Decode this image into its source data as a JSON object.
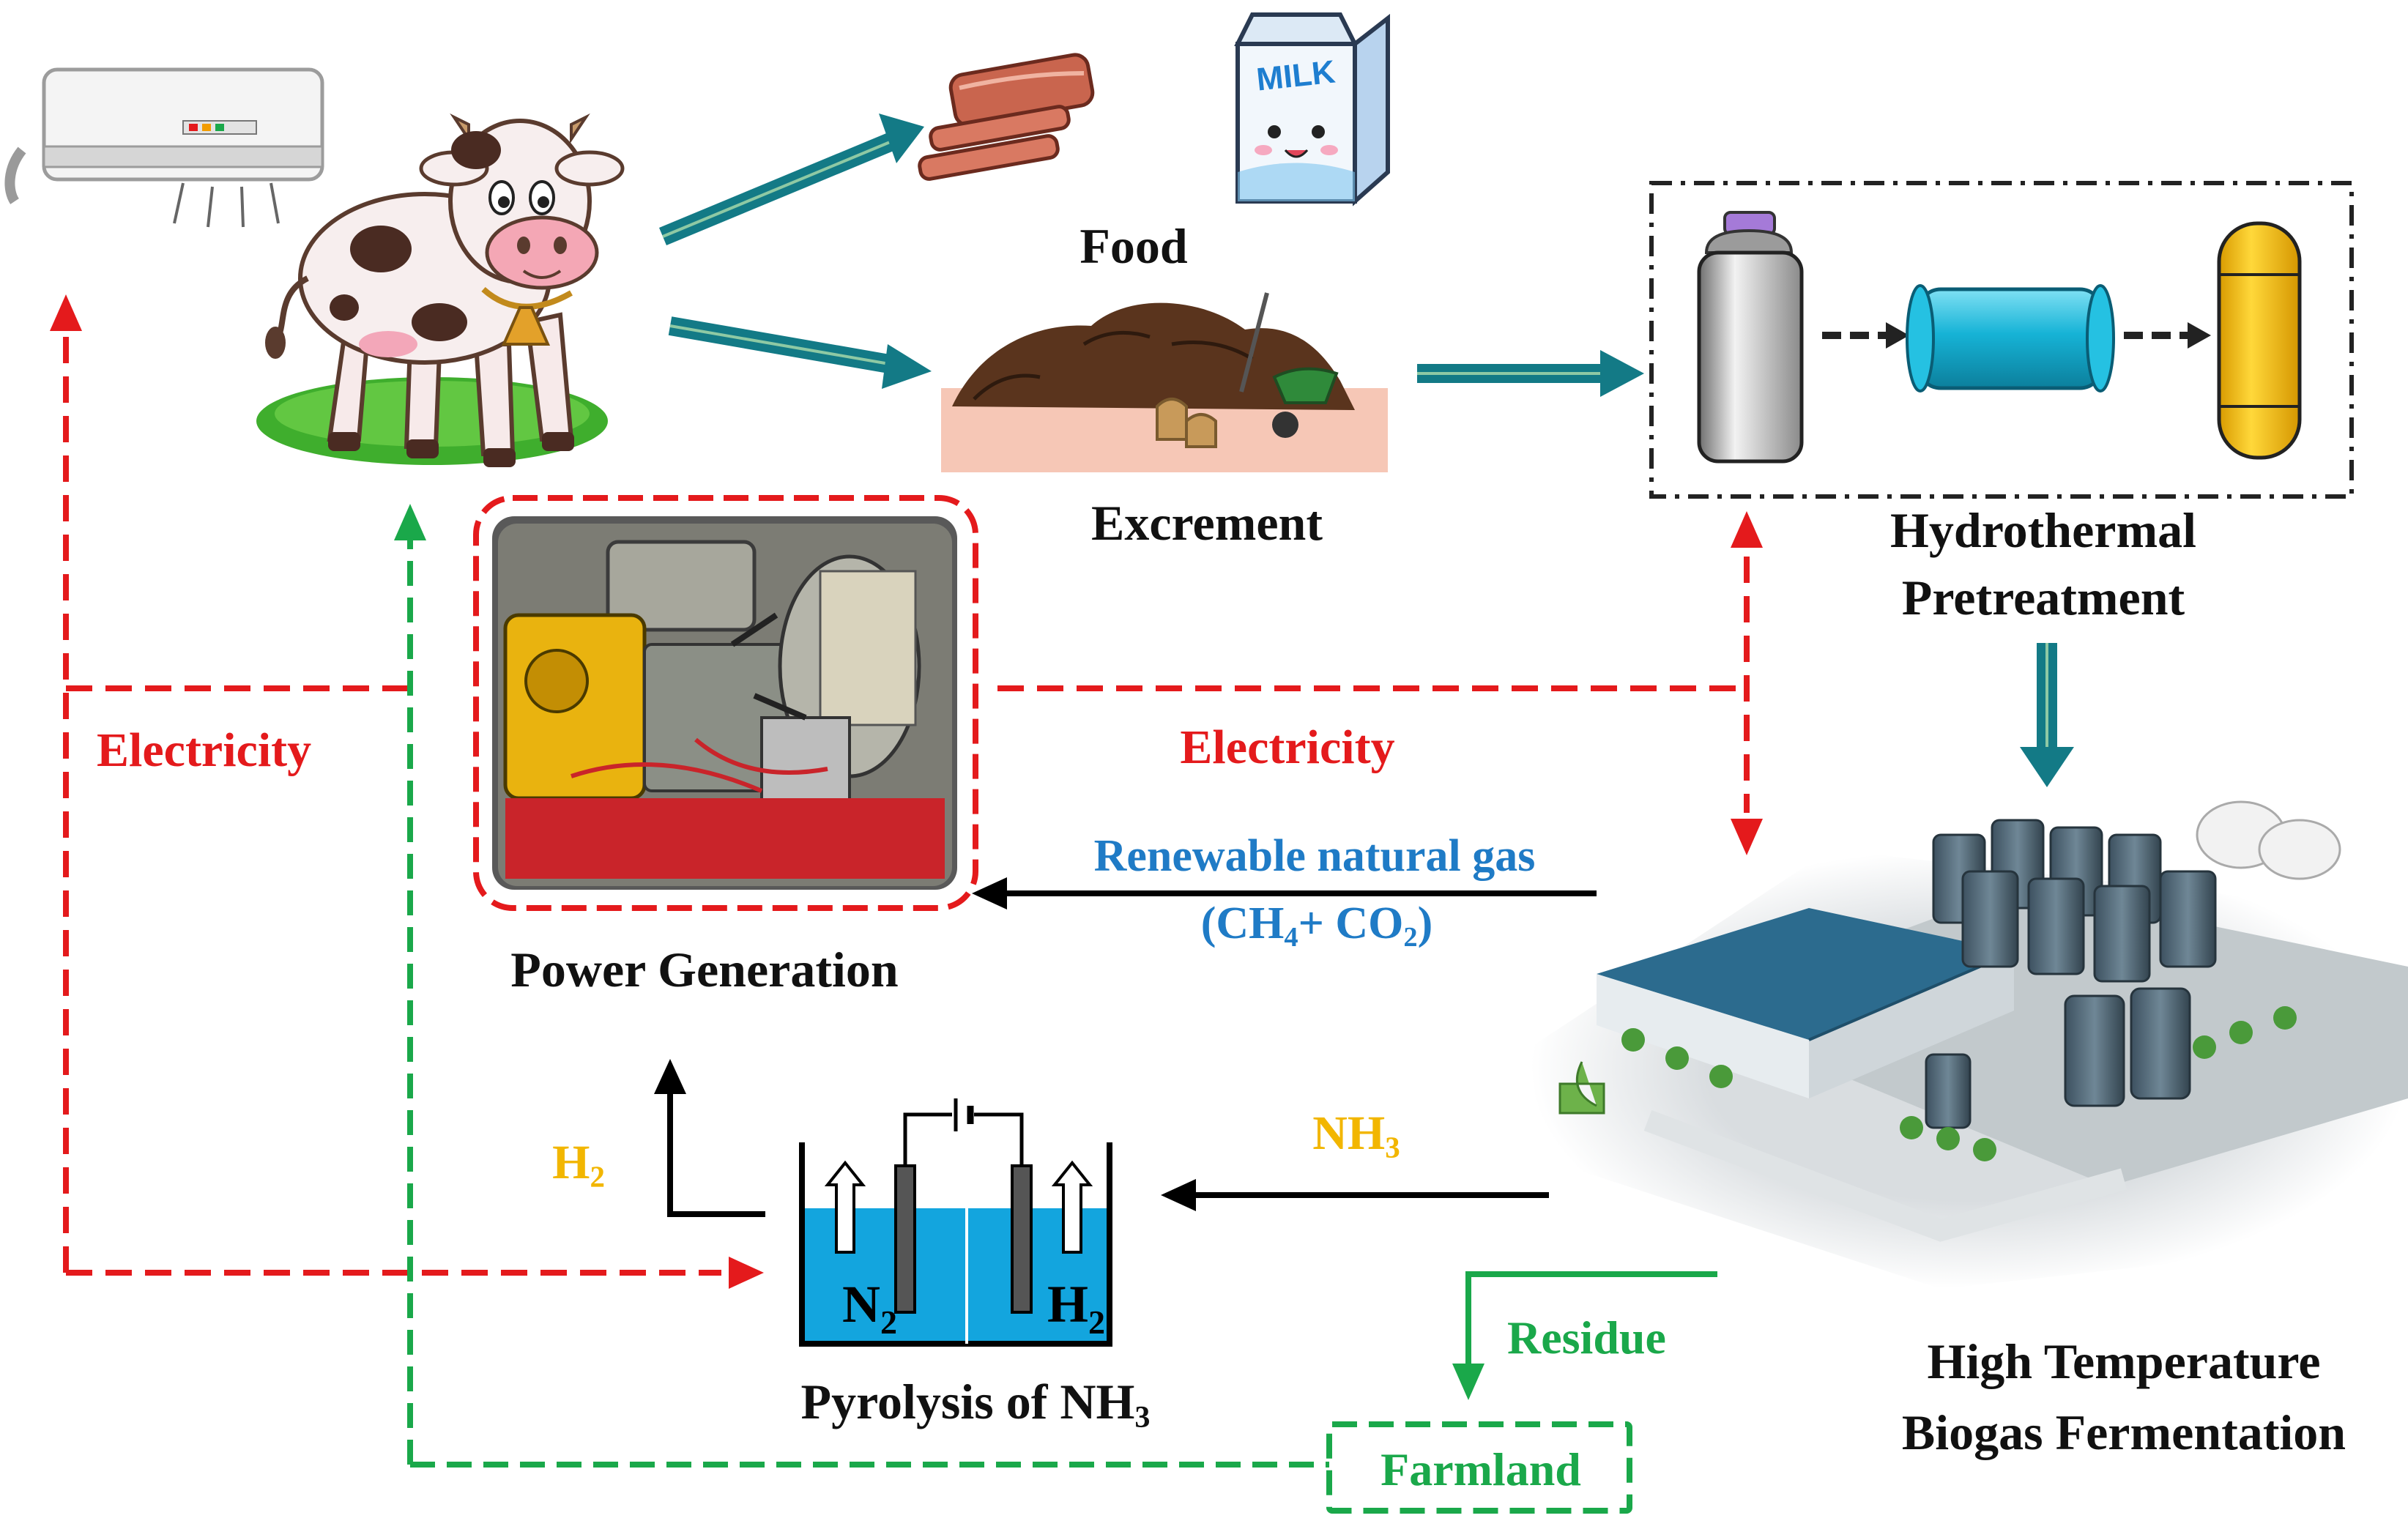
{
  "nodes": {
    "food": "Food",
    "excrement": "Excrement",
    "hydrothermal_1": "Hydrothermal",
    "hydrothermal_2": "Pretreatment",
    "power_generation": "Power Generation",
    "fermentation_1": "High Temperature",
    "fermentation_2": "Biogas Fermentation",
    "pyrolysis": "Pyrolysis of NH",
    "pyrolysis_sub": "3",
    "farmland": "Farmland"
  },
  "flows": {
    "electricity_left": "Electricity",
    "electricity_mid": "Electricity",
    "rng": "Renewable natural gas",
    "rng_formula_a": "(CH",
    "rng_formula_a_sub": "4",
    "rng_formula_b": "+ CO",
    "rng_formula_b_sub": "2",
    "rng_formula_c": ")",
    "nh3": "NH",
    "nh3_sub": "3",
    "h2": "H",
    "h2_sub": "2",
    "residue": "Residue"
  },
  "cell_labels": {
    "n2": "N",
    "n2_sub": "2",
    "h2": "H",
    "h2_sub": "2"
  },
  "milk_carton_text": "MILK",
  "colors": {
    "flow_arrow": "#137a86",
    "electricity": "#e41a1c",
    "nutrient_loop": "#1aa84a",
    "gas_text": "#1f7bc6",
    "hydrogen_text": "#f2b600",
    "electrolyte": "#13a5de"
  }
}
